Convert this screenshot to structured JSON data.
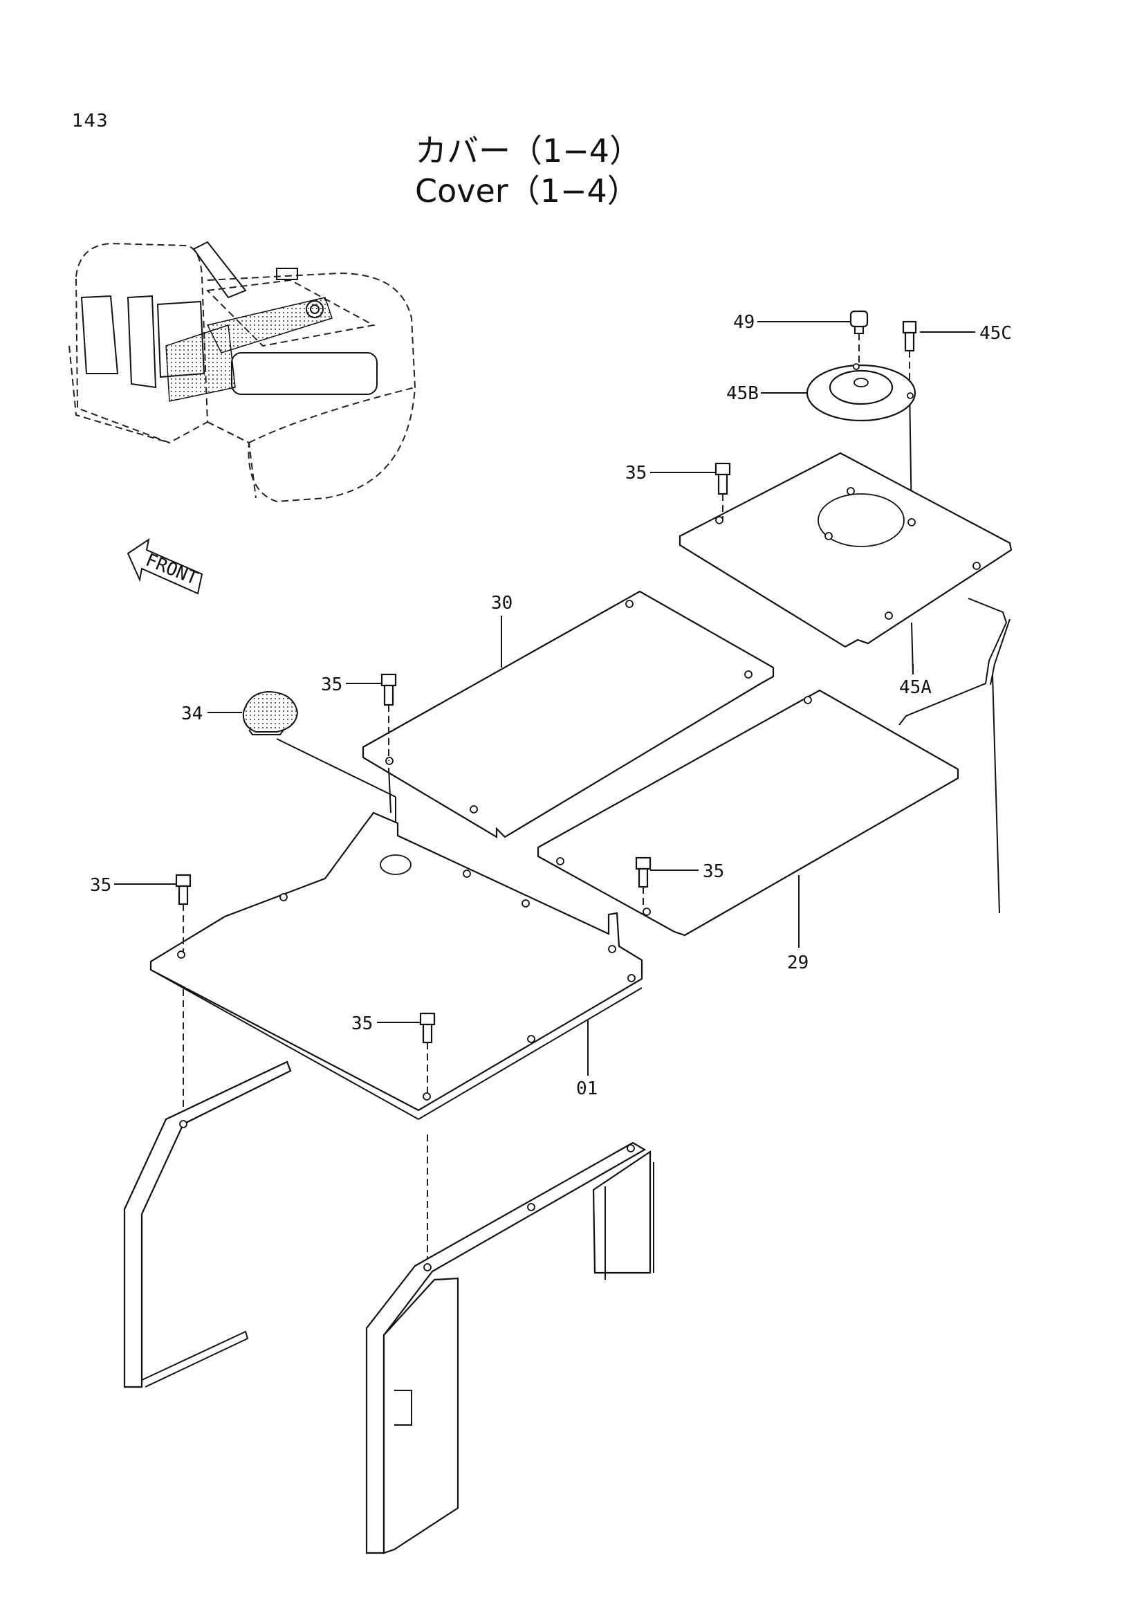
{
  "page_number": "143",
  "title_jp": "カバー（1−4）",
  "title_en": "Cover（1−4）",
  "front_arrow_label": "FRONT",
  "callouts": {
    "c49": "49",
    "c45C": "45C",
    "c45B": "45B",
    "c35_top": "35",
    "c45A": "45A",
    "c30": "30",
    "c35_mid": "35",
    "c34": "34",
    "c35_left": "35",
    "c35_right": "35",
    "c29": "29",
    "c35_bottom": "35",
    "c01": "01"
  }
}
